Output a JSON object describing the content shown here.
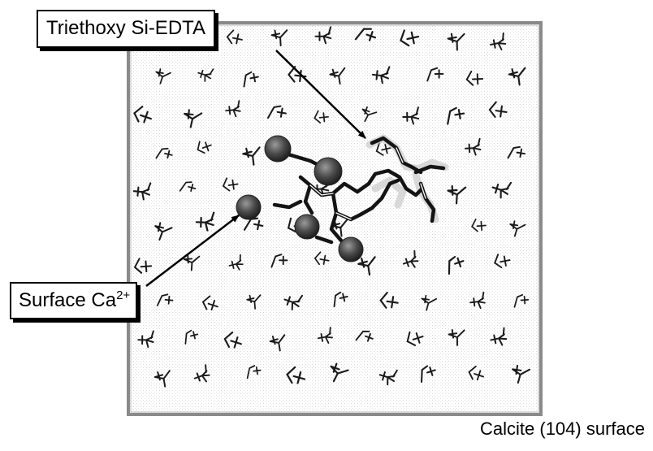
{
  "labels": {
    "edta": "Triethoxy Si-EDTA",
    "calcium": "Surface Ca",
    "calcium_charge": "2+"
  },
  "caption": "Calcite (104) surface",
  "colors": {
    "panel_border": "#8a8a8a",
    "panel_fill": "#ffffff",
    "ink": "#000000",
    "atom": "#4a4a4a"
  }
}
